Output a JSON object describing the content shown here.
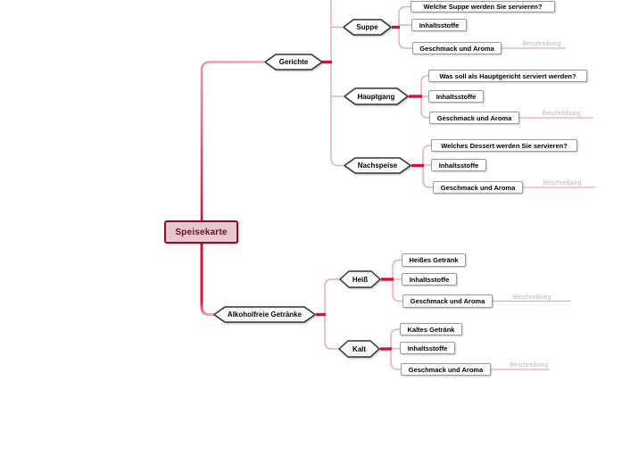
{
  "mindmap": {
    "root": {
      "label": "Speisekarte"
    },
    "branches": [
      {
        "label": "Gerichte",
        "children": [
          {
            "label": "Suppe",
            "children": [
              {
                "label": "Welche Suppe werden Sie servieren?"
              },
              {
                "label": "Inhaltsstoffe"
              },
              {
                "label": "Geschmack und Aroma",
                "children": [
                  {
                    "label": "Beschreibung"
                  }
                ]
              }
            ]
          },
          {
            "label": "Hauptgang",
            "children": [
              {
                "label": "Was soll als Hauptgericht serviert werden?"
              },
              {
                "label": "Inhaltsstoffe"
              },
              {
                "label": "Geschmack und Aroma",
                "children": [
                  {
                    "label": "Beschreibung"
                  }
                ]
              }
            ]
          },
          {
            "label": "Nachspeise",
            "children": [
              {
                "label": "Welches Dessert werden Sie servieren?"
              },
              {
                "label": "Inhaltsstoffe"
              },
              {
                "label": "Geschmack und Aroma",
                "children": [
                  {
                    "label": "Beschreibung"
                  }
                ]
              }
            ]
          }
        ]
      },
      {
        "label": "Alkoholfreie Getränke",
        "children": [
          {
            "label": "Heiß",
            "children": [
              {
                "label": "Heißes Getränk"
              },
              {
                "label": "Inhaltsstoffe"
              },
              {
                "label": "Geschmack und Aroma",
                "children": [
                  {
                    "label": "Beschreibung"
                  }
                ]
              }
            ]
          },
          {
            "label": "Kalt",
            "children": [
              {
                "label": "Kaltes Getränk"
              },
              {
                "label": "Inhaltsstoffe"
              },
              {
                "label": "Geschmack und Aroma",
                "children": [
                  {
                    "label": "Beschreibung"
                  }
                ]
              }
            ]
          }
        ]
      }
    ],
    "colors": {
      "edge_primary": "#d2143c",
      "edge_secondary": "#f0a6b8",
      "root_fill": "#e8c6cd",
      "root_border": "#7b142e",
      "root_text": "#5e0f26",
      "node_border": "#9b9b9b",
      "hex_border": "#333333",
      "description_text": "#b9b9b9",
      "canvas": "#ffffff"
    }
  }
}
